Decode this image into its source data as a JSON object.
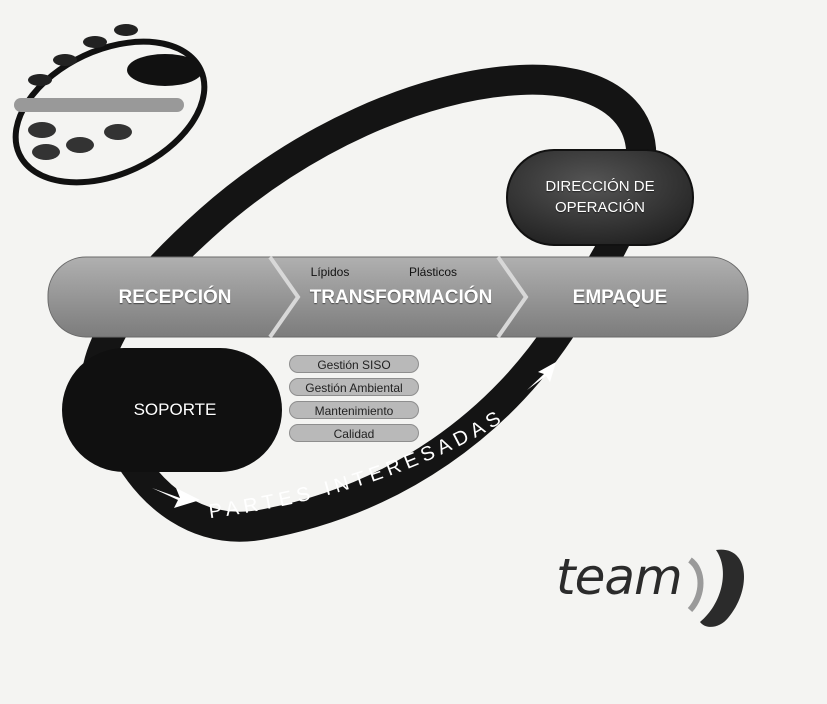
{
  "diagram": {
    "stages": [
      {
        "id": "recepcion",
        "label": "RECEPCIÓN"
      },
      {
        "id": "transformacion",
        "label": "TRANSFORMACIÓN"
      },
      {
        "id": "empaque",
        "label": "EMPAQUE"
      }
    ],
    "transformation_subtypes": [
      "Lípidos",
      "Plásticos"
    ],
    "direction_node": {
      "line1": "DIRECCIÓN DE",
      "line2": "OPERACIÓN"
    },
    "support_node": {
      "label": "SOPORTE"
    },
    "support_items": [
      "Gestión SISO",
      "Gestión Ambiental",
      "Mantenimiento",
      "Calidad"
    ],
    "ring_text": "PARTES INTERESADAS",
    "logo_text": "team"
  },
  "colors": {
    "background": "#f4f4f2",
    "ring": "#141414",
    "pill_fill": "#8a8a8a",
    "chevron_fill": "#a8a8a8",
    "direction_fill": "#3a3a3a",
    "support_fill": "#101010",
    "tag_fill": "#b9b9b9"
  }
}
